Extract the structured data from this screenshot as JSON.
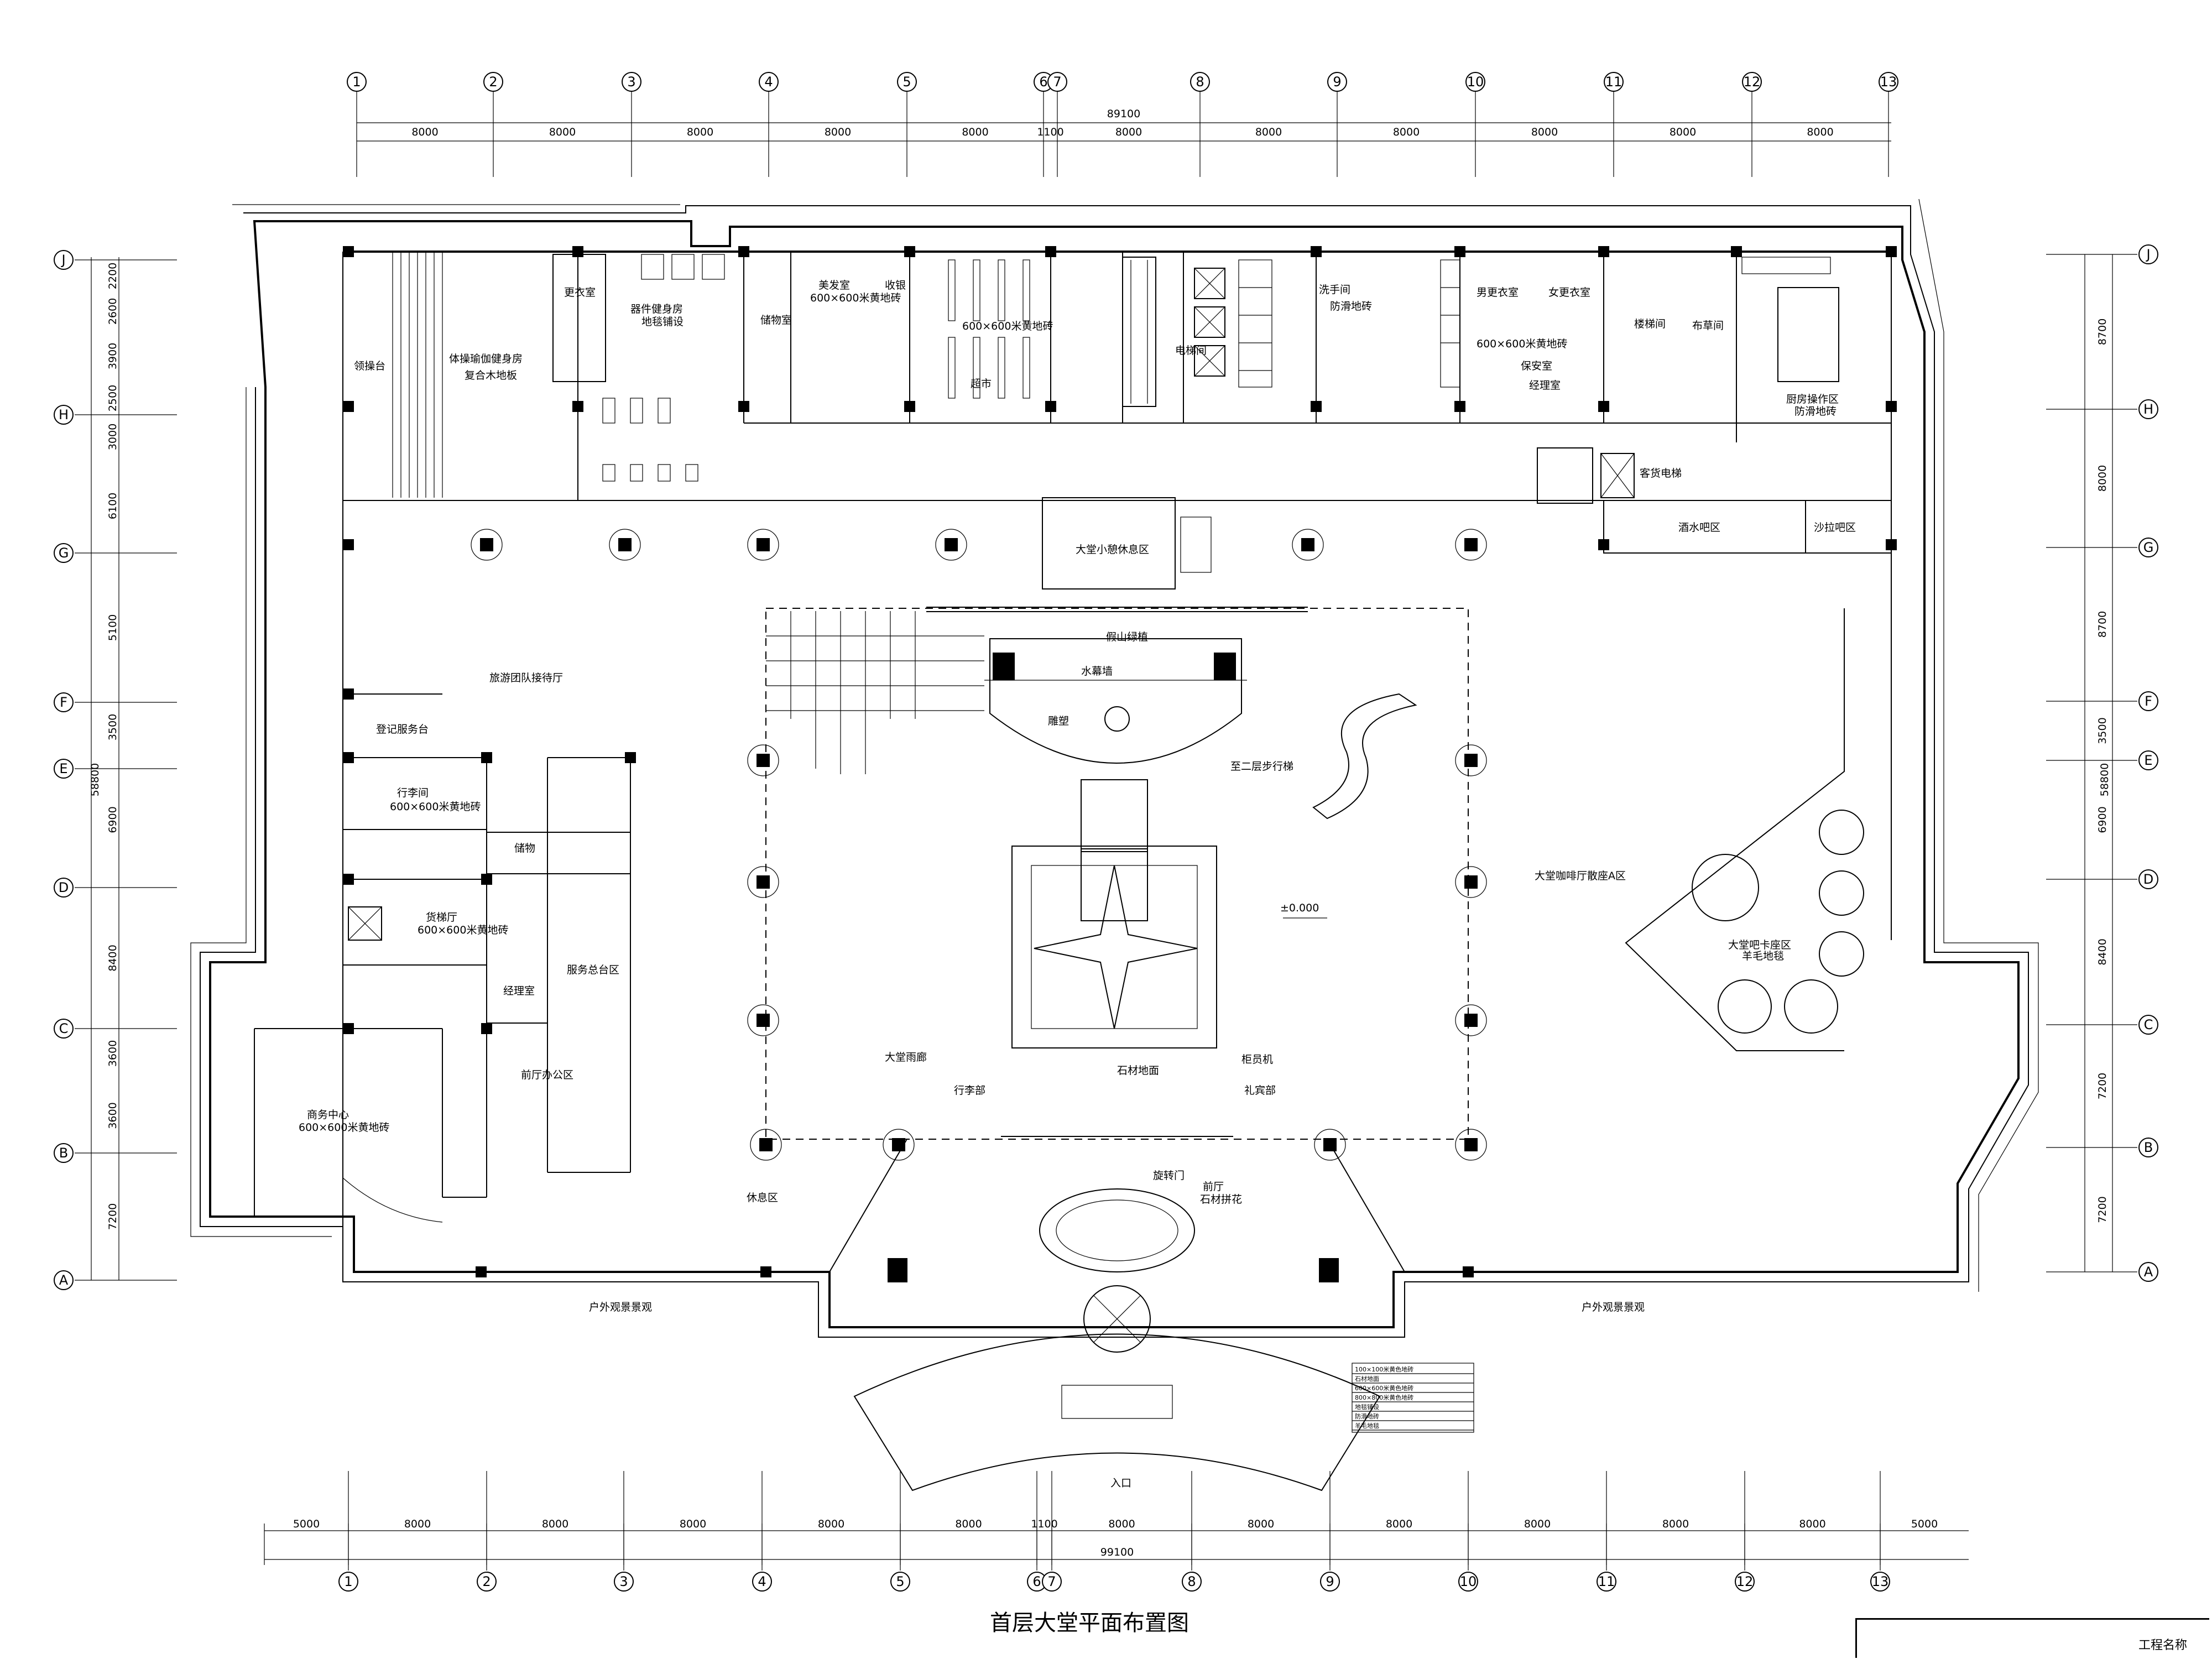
{
  "title": "首层大堂平面布置图",
  "title_block": {
    "label": "工程名称"
  },
  "grid": {
    "columns": [
      "1",
      "2",
      "3",
      "4",
      "5",
      "6",
      "7",
      "8",
      "9",
      "10",
      "11",
      "12",
      "13"
    ],
    "rows": [
      "J",
      "H",
      "G",
      "F",
      "E",
      "D",
      "C",
      "B",
      "A"
    ]
  },
  "dimensions": {
    "top_total": "89100",
    "top_spans": [
      "8000",
      "8000",
      "8000",
      "8000",
      "8000",
      "1100",
      "8000",
      "8000",
      "8000",
      "8000",
      "8000",
      "8000"
    ],
    "bottom_total": "99100",
    "bottom_spans": [
      "5000",
      "8000",
      "8000",
      "8000",
      "8000",
      "8000",
      "1100",
      "8000",
      "8000",
      "8000",
      "8000",
      "8000",
      "8000",
      "5000"
    ],
    "left_total": "58800",
    "left_spans": [
      "2200",
      "2600",
      "3900",
      "2500",
      "3000",
      "6100",
      "5100",
      "3500",
      "6900",
      "8400",
      "3600",
      "3600",
      "7200"
    ],
    "right_total": "58800",
    "right_spans": [
      "8700",
      "8000",
      "8700",
      "3500",
      "6900",
      "8400",
      "7200",
      "7200"
    ]
  },
  "rooms": {
    "gym_service": "领操台",
    "gym": "体操瑜伽健身房",
    "gym_note": "复合木地板",
    "changing": "更衣室",
    "equipment_gym": "器件健身房",
    "equipment_note": "地毯铺设",
    "storage": "储物室",
    "beauty": "美发室",
    "beauty_note": "600×600米黄地砖",
    "cashier": "收银",
    "supermarket": "超市",
    "supermarket_note": "600×600米黄地砖",
    "elevator_hall": "电梯间",
    "restroom_wash": "洗手间",
    "restroom_note": "防滑地砖",
    "mens_locker": "男更衣室",
    "womens_locker": "女更衣室",
    "locker_note": "600×600米黄地砖",
    "security": "保安室",
    "manager_room": "经理室",
    "stairs": "楼梯间",
    "linen": "布草间",
    "kitchen": "厨房操作区",
    "kitchen_note": "防滑地砖",
    "service_elevator": "客货电梯",
    "bar_wine": "酒水吧区",
    "bar_salad": "沙拉吧区",
    "lobby_lounge": "大堂小憩休息区",
    "rockery": "假山绿植",
    "water_curtain": "水幕墙",
    "sculpture": "雕塑",
    "escalator": "至二层步行梯",
    "coffee_a": "大堂咖啡厅散座A区",
    "coffee_b": "大堂吧卡座区",
    "carpet_note": "羊毛地毯",
    "tour_lobby": "旅游团队接待厅",
    "registration": "登记服务台",
    "luggage": "行李间",
    "luggage_note": "600×600米黄地砖",
    "storage2": "储物",
    "freight": "货梯厅",
    "freight_note": "600×600米黄地砖",
    "manager": "经理室",
    "service_desk": "服务总台区",
    "front_office": "前厅办公区",
    "business_center": "商务中心",
    "business_note": "600×600米黄地砖",
    "lobby_lounge2": "大堂雨廊",
    "bellhop": "行李部",
    "concierge": "礼宾部",
    "atm": "柜员机",
    "rest_area": "休息区",
    "revolving_door": "旋转门",
    "foyer": "前厅",
    "foyer_note": "石材拼花",
    "outdoor_left": "户外观景景观",
    "outdoor_right": "户外观景景观",
    "entrance": "入口",
    "elevation": "±0.000",
    "stone_note": "石材地面"
  },
  "legend": {
    "rows": [
      "100×100米黄色地砖",
      "石材地面",
      "600×600米黄色地砖",
      "800×800米黄色地砖",
      "地毯铺设",
      "防滑地砖",
      "羊毛地毯"
    ]
  }
}
